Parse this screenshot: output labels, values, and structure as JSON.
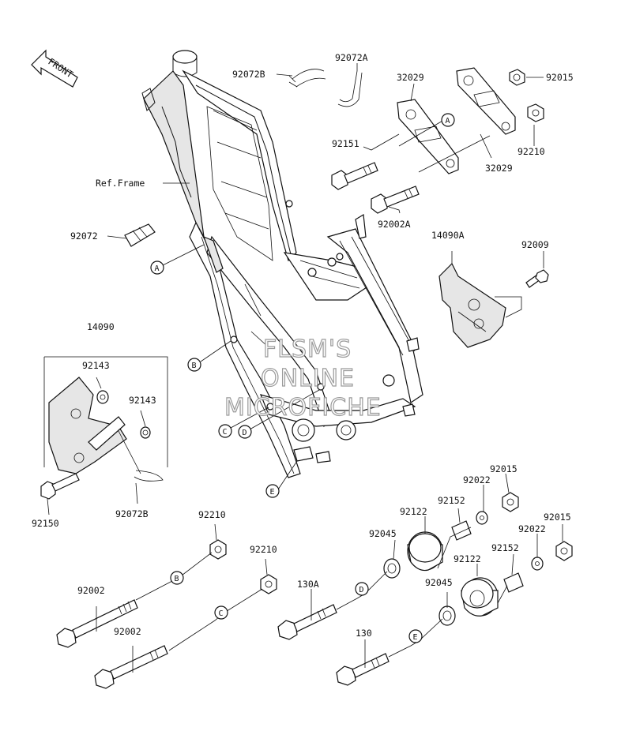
{
  "front_label": "FRONT",
  "watermark": [
    "FLSM'S",
    "ONLINE",
    "MICROFICHE"
  ],
  "labels": {
    "p92072B_top": "92072B",
    "p92072A": "92072A",
    "p32029_a": "32029",
    "p92015_a": "92015",
    "p92151": "92151",
    "p92210_a": "92210",
    "p32029_b": "32029",
    "ref_frame": "Ref.Frame",
    "p92002A": "92002A",
    "p92072": "92072",
    "p14090A": "14090A",
    "p92009": "92009",
    "p14090": "14090",
    "p92143_a": "92143",
    "p92143_b": "92143",
    "p92150": "92150",
    "p92072B_bot": "92072B",
    "p92210_b": "92210",
    "p92210_c": "92210",
    "p92002_a": "92002",
    "p92002_b": "92002",
    "p92015_b": "92015",
    "p92022_a": "92022",
    "p92152_a": "92152",
    "p92122_a": "92122",
    "p92045_a": "92045",
    "p92015_c": "92015",
    "p92022_b": "92022",
    "p92152_b": "92152",
    "p92122_b": "92122",
    "p92045_b": "92045",
    "p130A": "130A",
    "p130": "130"
  },
  "refs": {
    "a1": "A",
    "a2": "A",
    "b1": "B",
    "b2": "B",
    "c1": "C",
    "c2": "C",
    "d1": "D",
    "d2": "D",
    "e1": "E",
    "e2": "E"
  }
}
